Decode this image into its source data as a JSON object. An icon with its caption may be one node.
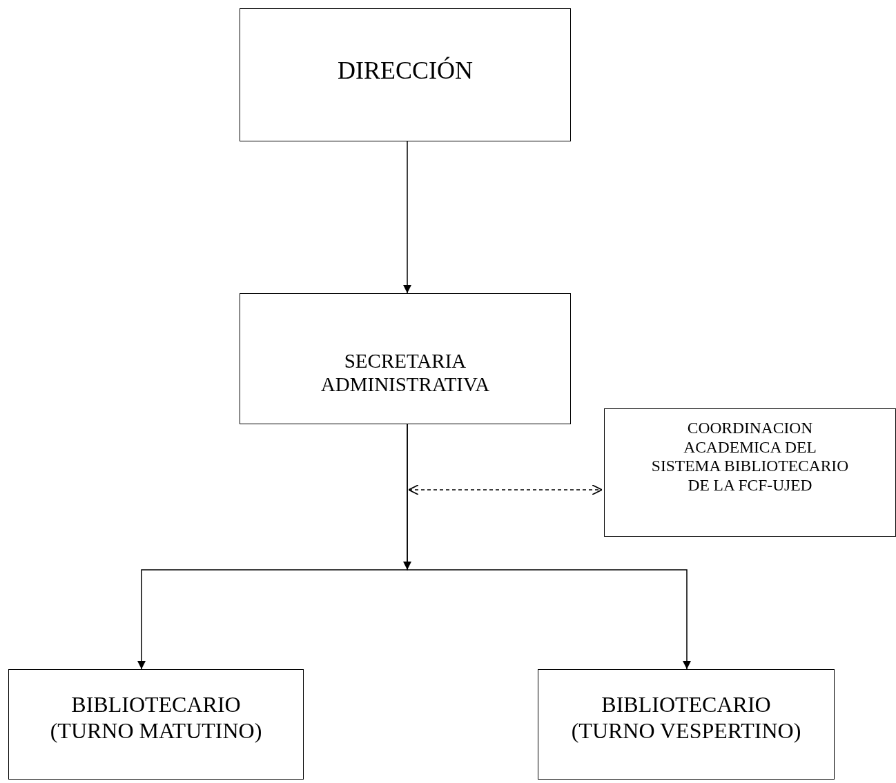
{
  "diagram": {
    "nodes": [
      {
        "text": [
          "DIRECCIÓN"
        ]
      },
      {
        "text": [
          "SECRETARIA ADMINISTRATIVA"
        ]
      },
      {
        "text": [
          "COORDINACION ACADEMICA DEL SISTEMA BIBLIOTECARIO DE LA FCF-UJED"
        ]
      },
      {
        "text": [
          "BIBLIOTECARIO (TURNO MATUTINO)"
        ]
      },
      {
        "text": [
          "BIBLIOTECARIO (TURNO VESPERTINO)"
        ]
      }
    ],
    "edges": [
      {
        "from": 0,
        "to": 1,
        "arrow": "to"
      },
      {
        "from": 1,
        "to": 3,
        "arrow": "to"
      },
      {
        "from": 1,
        "to": 4,
        "arrow": "to"
      },
      {
        "from": null,
        "to": 2,
        "arrow": "both",
        "style": "dashed"
      }
    ]
  }
}
